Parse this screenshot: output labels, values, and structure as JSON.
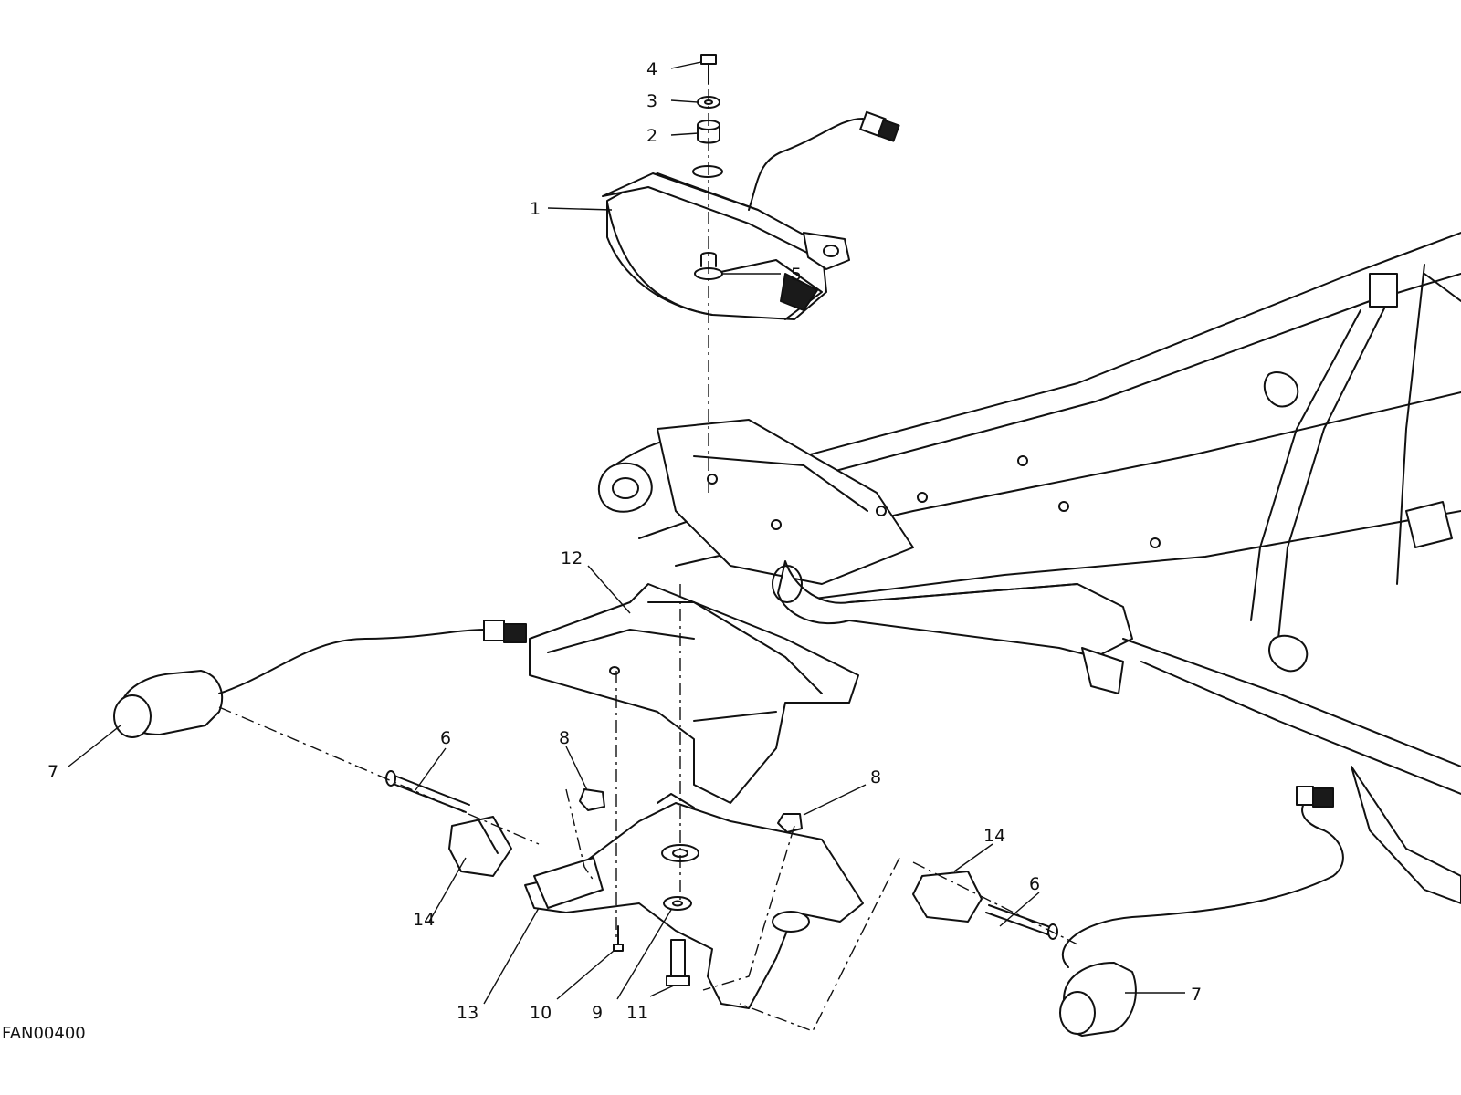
{
  "diagram": {
    "sheet_code": "FAN00400",
    "callouts": {
      "c1": "1",
      "c2": "2",
      "c3": "3",
      "c4": "4",
      "c5": "5",
      "c6_left": "6",
      "c6_right": "6",
      "c7_left": "7",
      "c7_right": "7",
      "c8_left": "8",
      "c8_right": "8",
      "c9": "9",
      "c10": "10",
      "c11": "11",
      "c12": "12",
      "c13": "13",
      "c14_left": "14",
      "c14_right": "14"
    }
  }
}
